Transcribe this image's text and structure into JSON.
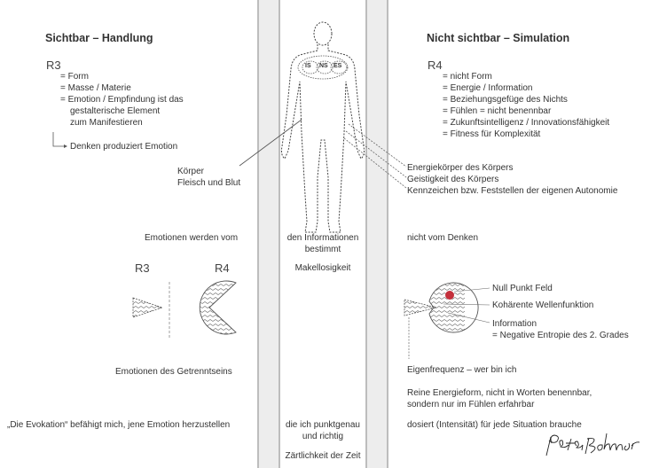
{
  "left": {
    "heading": "Sichtbar – Handlung",
    "r_label": "R3",
    "items": [
      "= Form",
      "= Masse / Materie",
      "= Emotion / Empfindung ist das",
      "gestalterische Element",
      "zum Manifestieren"
    ],
    "arrow_text": "Denken produziert Emotion",
    "body_label_1": "Körper",
    "body_label_2": "Fleisch und Blut",
    "emotion_line": "Emotionen werden vom",
    "shape_r3": "R3",
    "shape_r4": "R4",
    "separation": "Emotionen des Getrenntseins",
    "evocation": "„Die Evokation“ befähigt mich, jene Emotion herzustellen"
  },
  "center": {
    "heart_labels": [
      "IS",
      "NS",
      "ES"
    ],
    "info_1": "den Informationen",
    "info_2": "bestimmt",
    "flawless": "Makellosigkeit",
    "precise_1": "die ich punktgenau",
    "precise_2": "und richtig",
    "tenderness": "Zärtlichkeit der Zeit"
  },
  "right": {
    "heading": "Nicht sichtbar – Simulation",
    "r_label": "R4",
    "items": [
      "= nicht Form",
      "= Energie / Information",
      "= Beziehungsgefüge des Nichts",
      "= Fühlen = nicht benennbar",
      "= Zukunftsintelligenz / Innovationsfähigkeit",
      "= Fitness für Komplexität"
    ],
    "energy_1": "Energiekörper des Körpers",
    "energy_2": "Geistigkeit des Körpers",
    "energy_3": "Kennzeichen bzw. Feststellen der eigenen Autonomie",
    "not_thinking": "nicht vom Denken",
    "null_point": "Null Punkt Feld",
    "coherent": "Kohärente Wellenfunktion",
    "information_1": "Information",
    "information_2": "= Negative Entropie des 2. Grades",
    "eigenfreq": "Eigenfrequenz – wer bin ich",
    "pure_1": "Reine Energieform, nicht in Worten benennbar,",
    "pure_2": "sondern nur im Fühlen erfahrbar",
    "dosed": "dosiert (Intensität) für jede Situation brauche",
    "signature": "Peter Böhmer"
  },
  "colors": {
    "band": "#ededed",
    "bar": "#bdbdbd",
    "text": "#333333",
    "dot": "#c4303c"
  }
}
